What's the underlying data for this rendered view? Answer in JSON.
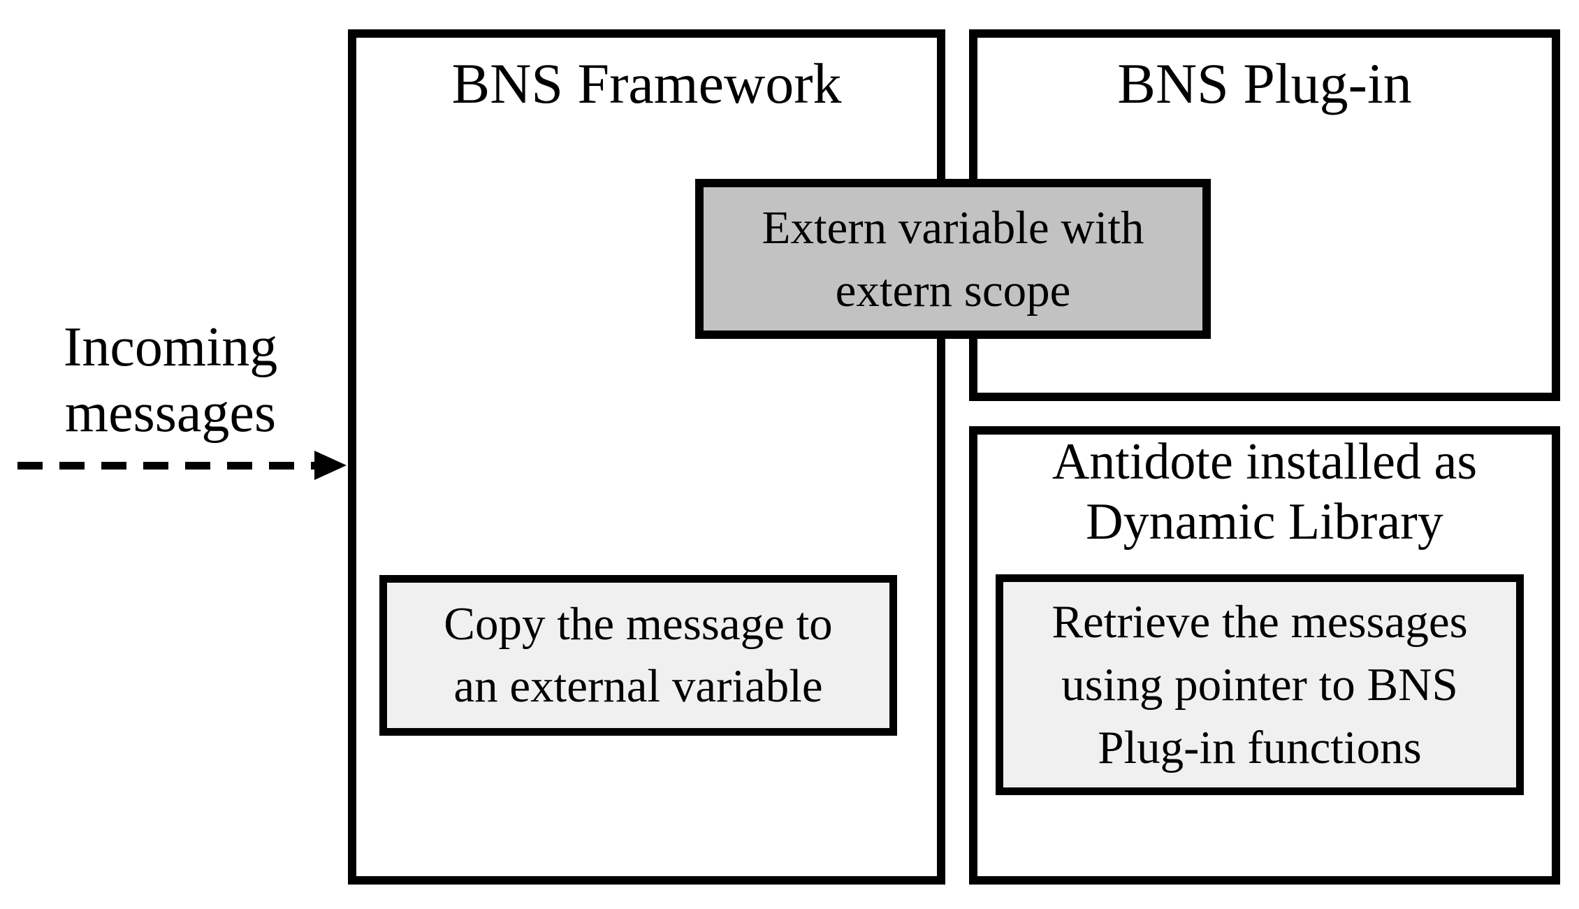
{
  "diagram": {
    "colors": {
      "background": "#ffffff",
      "line": "#000000",
      "extern_fill": "#c2c2c2",
      "process_fill": "#f0f0f0"
    },
    "incoming": {
      "lines": [
        "Incoming",
        "messages"
      ]
    },
    "framework": {
      "title": "BNS Framework",
      "copy_box": {
        "lines": [
          "Copy the message to",
          "an external variable"
        ]
      }
    },
    "plugin": {
      "title": "BNS Plug-in"
    },
    "extern_box": {
      "lines": [
        "Extern variable with",
        "extern scope"
      ]
    },
    "antidote": {
      "title_lines": [
        "Antidote installed as",
        "Dynamic Library"
      ],
      "retrieve_box": {
        "lines": [
          "Retrieve the messages",
          "using pointer to BNS",
          "Plug-in functions"
        ]
      }
    }
  }
}
